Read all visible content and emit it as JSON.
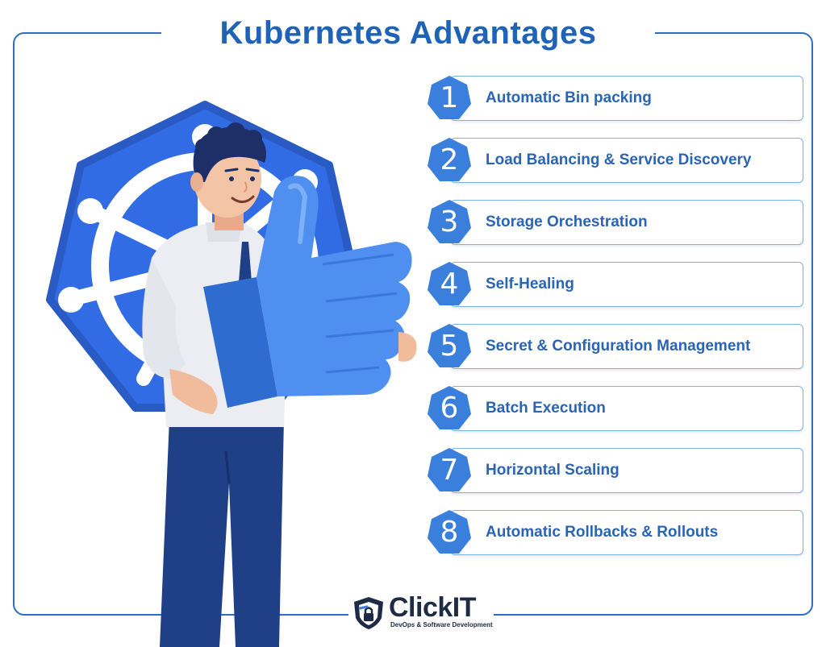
{
  "title": "Kubernetes Advantages",
  "advantages": [
    {
      "number": "1",
      "label": "Automatic Bin packing"
    },
    {
      "number": "2",
      "label": "Load Balancing & Service Discovery"
    },
    {
      "number": "3",
      "label": "Storage Orchestration"
    },
    {
      "number": "4",
      "label": "Self-Healing"
    },
    {
      "number": "5",
      "label": "Secret & Configuration Management"
    },
    {
      "number": "6",
      "label": "Batch Execution"
    },
    {
      "number": "7",
      "label": "Horizontal Scaling"
    },
    {
      "number": "8",
      "label": "Automatic Rollbacks & Rollouts"
    }
  ],
  "logo": {
    "name": "ClickIT",
    "tagline": "DevOps & Software Development"
  },
  "colors": {
    "primary": "#2d6fc4",
    "title": "#1e63b8",
    "badge": "#3b7fdc",
    "hexagon": "#326ce5",
    "thumb": "#4f8ff0"
  },
  "icons": {
    "illustration": "kubernetes-helm-wheel-icon",
    "person": "person-thumbs-up-illustration",
    "logo": "shield-lock-icon"
  }
}
